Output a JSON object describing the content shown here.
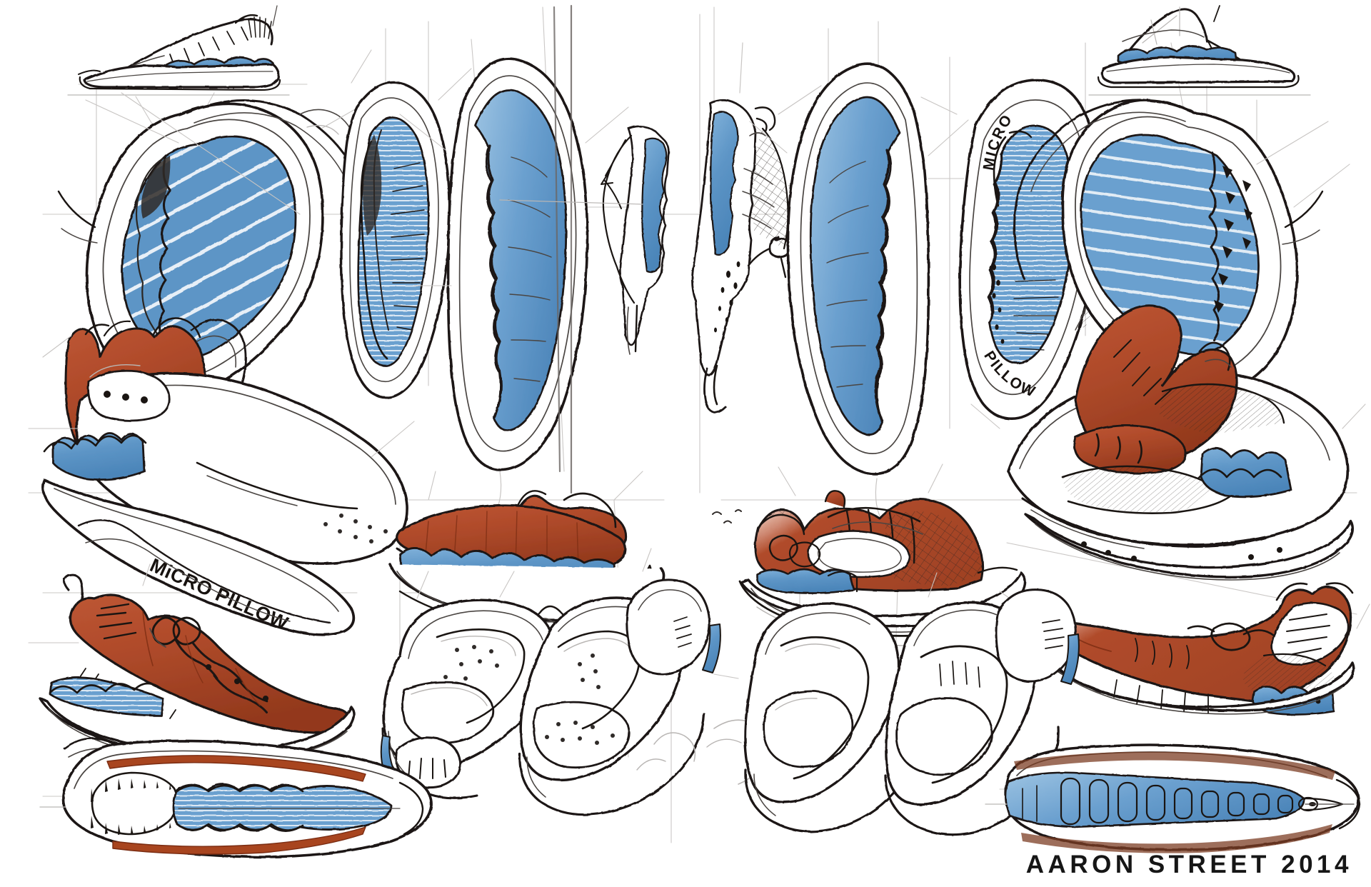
{
  "sheet": {
    "title": "Footwear Design Sketch Sheet",
    "medium": "pen-and-marker concept sketches",
    "background_color": "#ffffff",
    "signature": "AARON STREET 2014"
  },
  "palette": {
    "paper": "#ffffff",
    "ink_dark": "#1a1512",
    "ink_mid": "#4a4542",
    "pencil_light": "#b9b6b4",
    "marker_blue": "#5d95c6",
    "marker_blue_light": "#9cc3e2",
    "marker_blue_deep": "#2f5f8d",
    "marker_red": "#b04b2b",
    "marker_red_light": "#d9apple",
    "marker_red_deep": "#8a3518"
  },
  "annotations": {
    "insole_brand_top": "MICRO",
    "insole_brand_bottom": "PILLOW",
    "midsole_brand": "MiCRO PILLOW"
  },
  "figures": [
    {
      "id": "profile-top-left",
      "name": "shoe-profile-sketch",
      "region": "top-left",
      "colors": [
        "blue"
      ],
      "view": "lateral side profile, blue wavy midsole"
    },
    {
      "id": "outsole-top-left",
      "name": "outsole-sketch",
      "region": "upper-left",
      "colors": [
        "blue"
      ],
      "view": "three-quarter outsole with blue striped tread"
    },
    {
      "id": "outsole-narrow-a",
      "name": "outsole-sketch",
      "region": "upper-left-center",
      "colors": [
        "blue"
      ],
      "view": "bottom view, blue striped tread"
    },
    {
      "id": "outsole-narrow-b",
      "name": "outsole-sketch",
      "region": "upper-center-left",
      "colors": [
        "blue"
      ],
      "view": "bottom view, scalloped blue sidewall"
    },
    {
      "id": "heel-section-a",
      "name": "heel-cross-section",
      "region": "center-top",
      "colors": [
        "blue"
      ],
      "view": "heel counter cross-section"
    },
    {
      "id": "heel-section-b",
      "name": "heel-cross-section",
      "region": "center-top",
      "colors": [
        "blue"
      ],
      "view": "heel counter with mesh hatching"
    },
    {
      "id": "outsole-center-right",
      "name": "outsole-sketch",
      "region": "upper-center-right",
      "colors": [
        "blue"
      ],
      "view": "bottom view, scalloped blue sidewall"
    },
    {
      "id": "insole-micro-pillow",
      "name": "insole-sketch",
      "region": "upper-right-center",
      "colors": [
        "blue"
      ],
      "view": "top view insole branded MICRO PILLOW"
    },
    {
      "id": "outsole-top-right",
      "name": "outsole-sketch",
      "region": "upper-right",
      "colors": [
        "blue"
      ],
      "view": "three-quarter outsole with blue striped tread"
    },
    {
      "id": "profile-top-right",
      "name": "shoe-profile-sketch",
      "region": "top-right",
      "colors": [
        "blue"
      ],
      "view": "lateral side profile, blue wavy midsole"
    },
    {
      "id": "hitop-left",
      "name": "shoe-three-quarter-sketch",
      "region": "mid-left",
      "colors": [
        "red",
        "blue"
      ],
      "view": "red high-top three-quarter, MiCRO PILLOW midsole"
    },
    {
      "id": "runner-center-left",
      "name": "shoe-profile-sketch",
      "region": "center-left",
      "colors": [
        "red",
        "blue"
      ],
      "view": "low runner profile, red upper"
    },
    {
      "id": "runner-center-right",
      "name": "shoe-profile-sketch",
      "region": "center-right",
      "colors": [
        "red",
        "blue"
      ],
      "view": "low runner profile, red mesh upper"
    },
    {
      "id": "hitop-right",
      "name": "shoe-three-quarter-sketch",
      "region": "mid-right",
      "colors": [
        "red",
        "blue"
      ],
      "view": "red high-top three-quarter, blue midsole"
    },
    {
      "id": "boot-lower-left",
      "name": "shoe-profile-sketch",
      "region": "lower-left",
      "colors": [
        "red",
        "blue"
      ],
      "view": "red mid-top laced boot profile"
    },
    {
      "id": "upper-pair-sketch",
      "name": "shoe-upper-line-sketch",
      "region": "bottom-center-left",
      "colors": [],
      "view": "pair of uncolored upper line studies"
    },
    {
      "id": "upper-pair-sketch-2",
      "name": "shoe-upper-line-sketch",
      "region": "bottom-center-right",
      "colors": [],
      "view": "pair of uncolored upper line studies"
    },
    {
      "id": "boot-lower-right",
      "name": "shoe-profile-sketch",
      "region": "lower-right",
      "colors": [
        "red",
        "blue"
      ],
      "view": "red mid-top boot profile"
    },
    {
      "id": "sole-top-bottom-left",
      "name": "sole-top-view-sketch",
      "region": "bottom-left",
      "colors": [
        "blue",
        "red"
      ],
      "view": "top-down sole, blue footbed, red rim"
    },
    {
      "id": "sole-top-bottom-right",
      "name": "sole-top-view-sketch",
      "region": "bottom-right",
      "colors": [
        "blue",
        "red"
      ],
      "view": "top-down sole, blue segmented footbed"
    }
  ]
}
